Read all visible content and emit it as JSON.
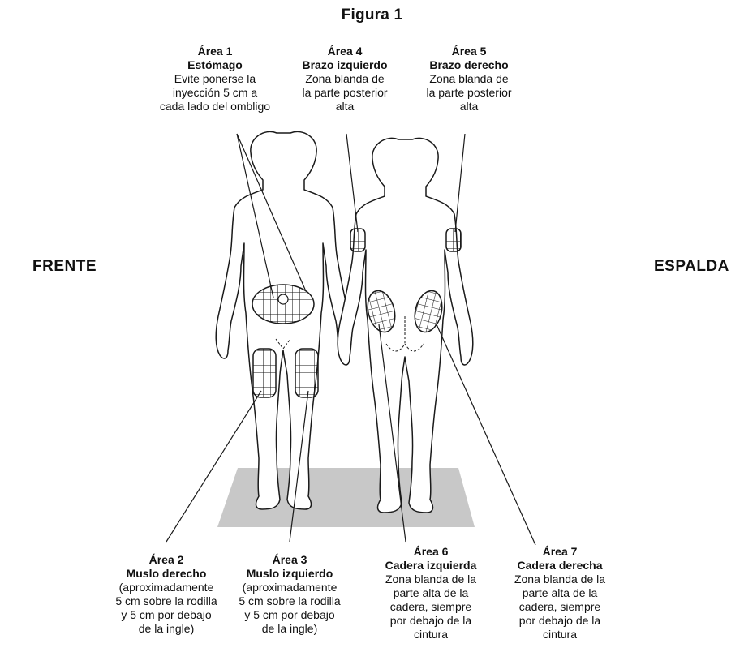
{
  "figure": {
    "title": "Figura 1",
    "front_label": "FRENTE",
    "back_label": "ESPALDA",
    "areas": [
      {
        "id": "area1",
        "heading": "Área 1",
        "name": "Estómago",
        "description": "Evite ponerse la\ninyección 5 cm a\ncada lado del ombligo"
      },
      {
        "id": "area4",
        "heading": "Área 4",
        "name": "Brazo izquierdo",
        "description": "Zona blanda de\nla parte posterior\nalta"
      },
      {
        "id": "area5",
        "heading": "Área 5",
        "name": "Brazo derecho",
        "description": "Zona blanda de\nla parte posterior\nalta"
      },
      {
        "id": "area2",
        "heading": "Área 2",
        "name": "Muslo derecho",
        "description": "(aproximadamente\n5 cm sobre la rodilla\ny 5 cm por debajo\nde la ingle)"
      },
      {
        "id": "area3",
        "heading": "Área 3",
        "name": "Muslo izquierdo",
        "description": "(aproximadamente\n5 cm sobre la rodilla\ny 5 cm por debajo\nde la ingle)"
      },
      {
        "id": "area6",
        "heading": "Área 6",
        "name": "Cadera izquierda",
        "description": "Zona blanda de la\nparte alta de la\ncadera, siempre\npor debajo de la\ncintura"
      },
      {
        "id": "area7",
        "heading": "Área 7",
        "name": "Cadera derecha",
        "description": "Zona blanda de la\nparte alta de la\ncadera, siempre\npor debajo de la\ncintura"
      }
    ],
    "colors": {
      "ink": "#1a1a1a",
      "floor": "#c8c8c8"
    }
  }
}
